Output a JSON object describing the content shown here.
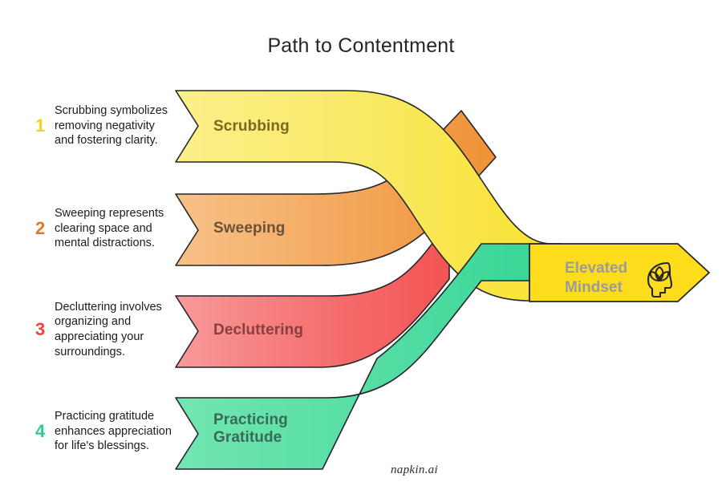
{
  "page": {
    "title": "Path to Contentment",
    "watermark": "napkin.ai",
    "background_color": "#ffffff"
  },
  "steps": [
    {
      "number": "1",
      "number_color": "#F2D318",
      "description": "Scrubbing symbolizes removing negativity and fostering clarity.",
      "band_label": "Scrubbing",
      "band_color_start": "#FBF07F",
      "band_color_end": "#F7E14F",
      "band_text_color": "#7a6a1f"
    },
    {
      "number": "2",
      "number_color": "#E07B24",
      "description": "Sweeping represents clearing space and mental distractions.",
      "band_label": "Sweeping",
      "band_color_start": "#F7BC7E",
      "band_color_end": "#F09741",
      "band_text_color": "#6b5236"
    },
    {
      "number": "3",
      "number_color": "#F0413F",
      "description": "Decluttering involves organizing and appreciating your surroundings.",
      "band_label": "Decluttering",
      "band_color_start": "#F79494",
      "band_color_end": "#F45E5E",
      "band_text_color": "#8a3f3f"
    },
    {
      "number": "4",
      "number_color": "#2ECC8F",
      "description": "Practicing gratitude enhances appreciation for life's blessings.",
      "band_label": "Practicing\nGratitude",
      "band_color_start": "#6FE4AE",
      "band_color_end": "#3BD698",
      "band_text_color": "#3a6a56"
    }
  ],
  "outcome": {
    "label": "Elevated\nMindset",
    "text_color": "#9b9b9b",
    "fill_color": "#FCDC1B",
    "icon": "head-lotus-icon"
  }
}
